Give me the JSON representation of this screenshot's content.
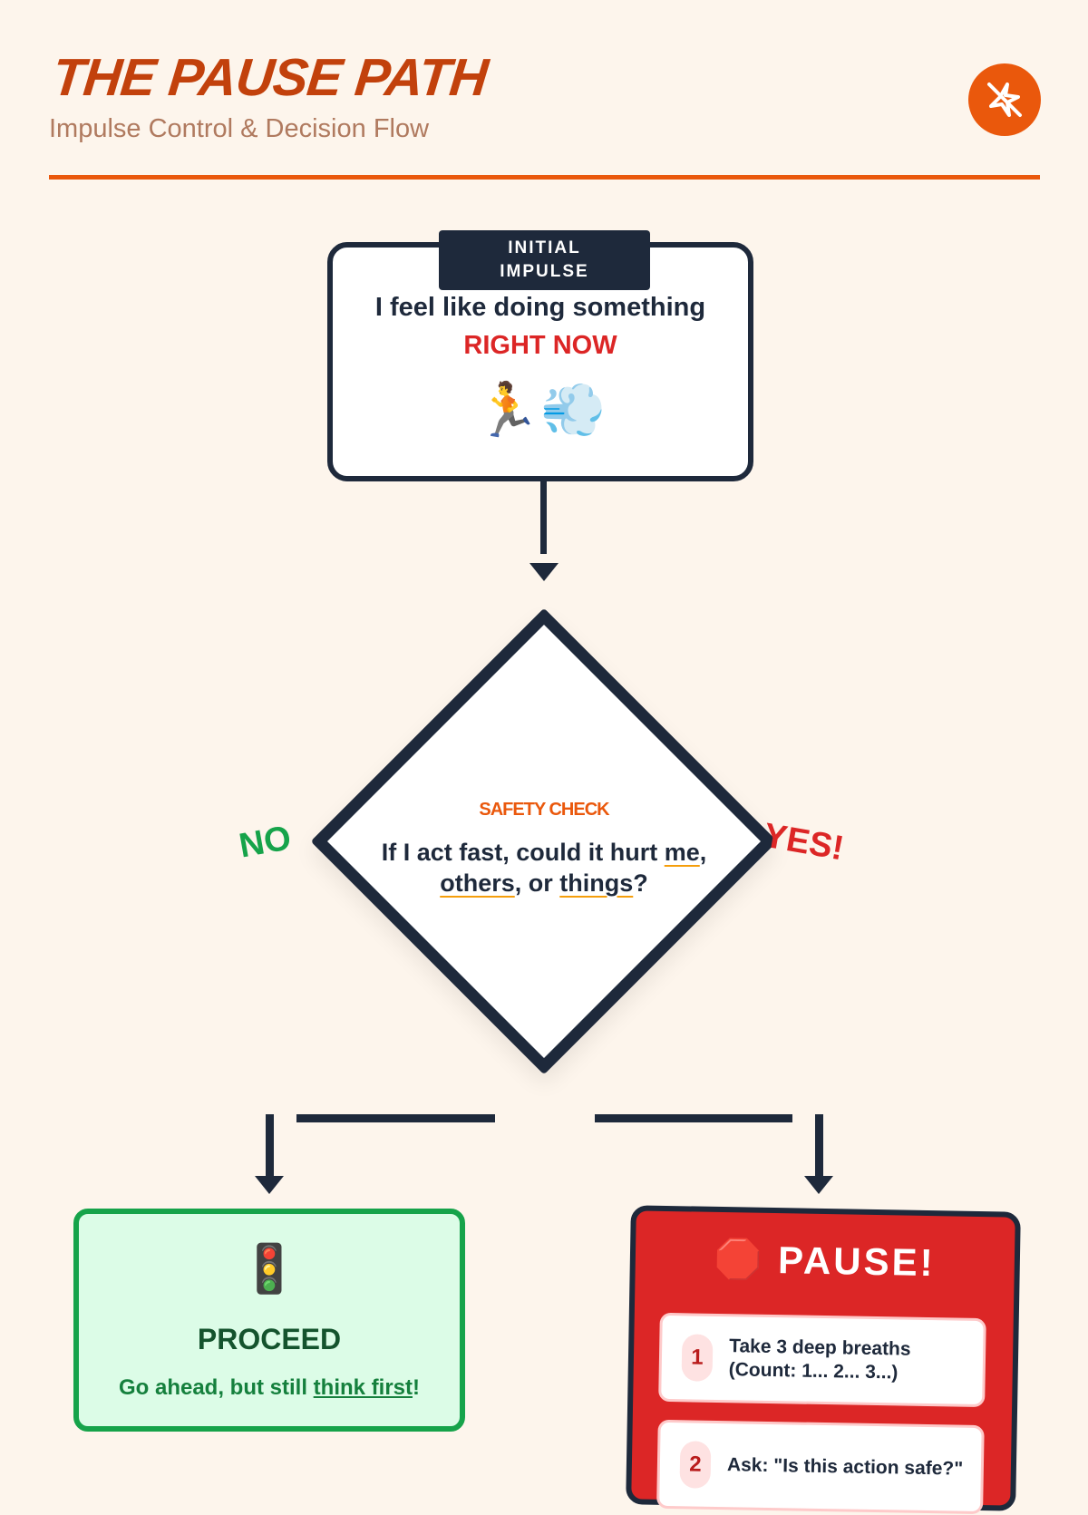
{
  "header": {
    "title": "THE PAUSE PATH",
    "subtitle": "Impulse Control & Decision Flow",
    "logo_icon": "no-sparkle-icon"
  },
  "impulse": {
    "tag_line1": "INITIAL",
    "tag_line2": "IMPULSE",
    "text": "I feel like doing something",
    "emphasis": "RIGHT NOW",
    "emoji": "🏃💨"
  },
  "decision": {
    "label": "SAFETY CHECK",
    "q1": "If I act fast, could it hurt ",
    "q_me": "me",
    "q2": ",",
    "q_others": "others",
    "q3": ", or ",
    "q_things": "things",
    "q4": "?",
    "no_label": "NO",
    "yes_label": "YES!"
  },
  "proceed": {
    "icon": "🚦",
    "title": "PROCEED",
    "text": "Go ahead, but still ",
    "link": "think first",
    "end": "!"
  },
  "pause": {
    "icon": "🛑",
    "title": "PAUSE!",
    "steps": [
      {
        "num": "1",
        "line1": "Take 3 deep breaths",
        "line2": "(Count: 1... 2... 3...)"
      },
      {
        "num": "2",
        "line1": "Ask: \"Is this action safe?\"",
        "line2": ""
      }
    ]
  },
  "colors": {
    "accent": "#ea580c",
    "dark": "#1e293b",
    "green": "#16a34a",
    "red": "#dc2626",
    "bg": "#fdf5ec"
  }
}
